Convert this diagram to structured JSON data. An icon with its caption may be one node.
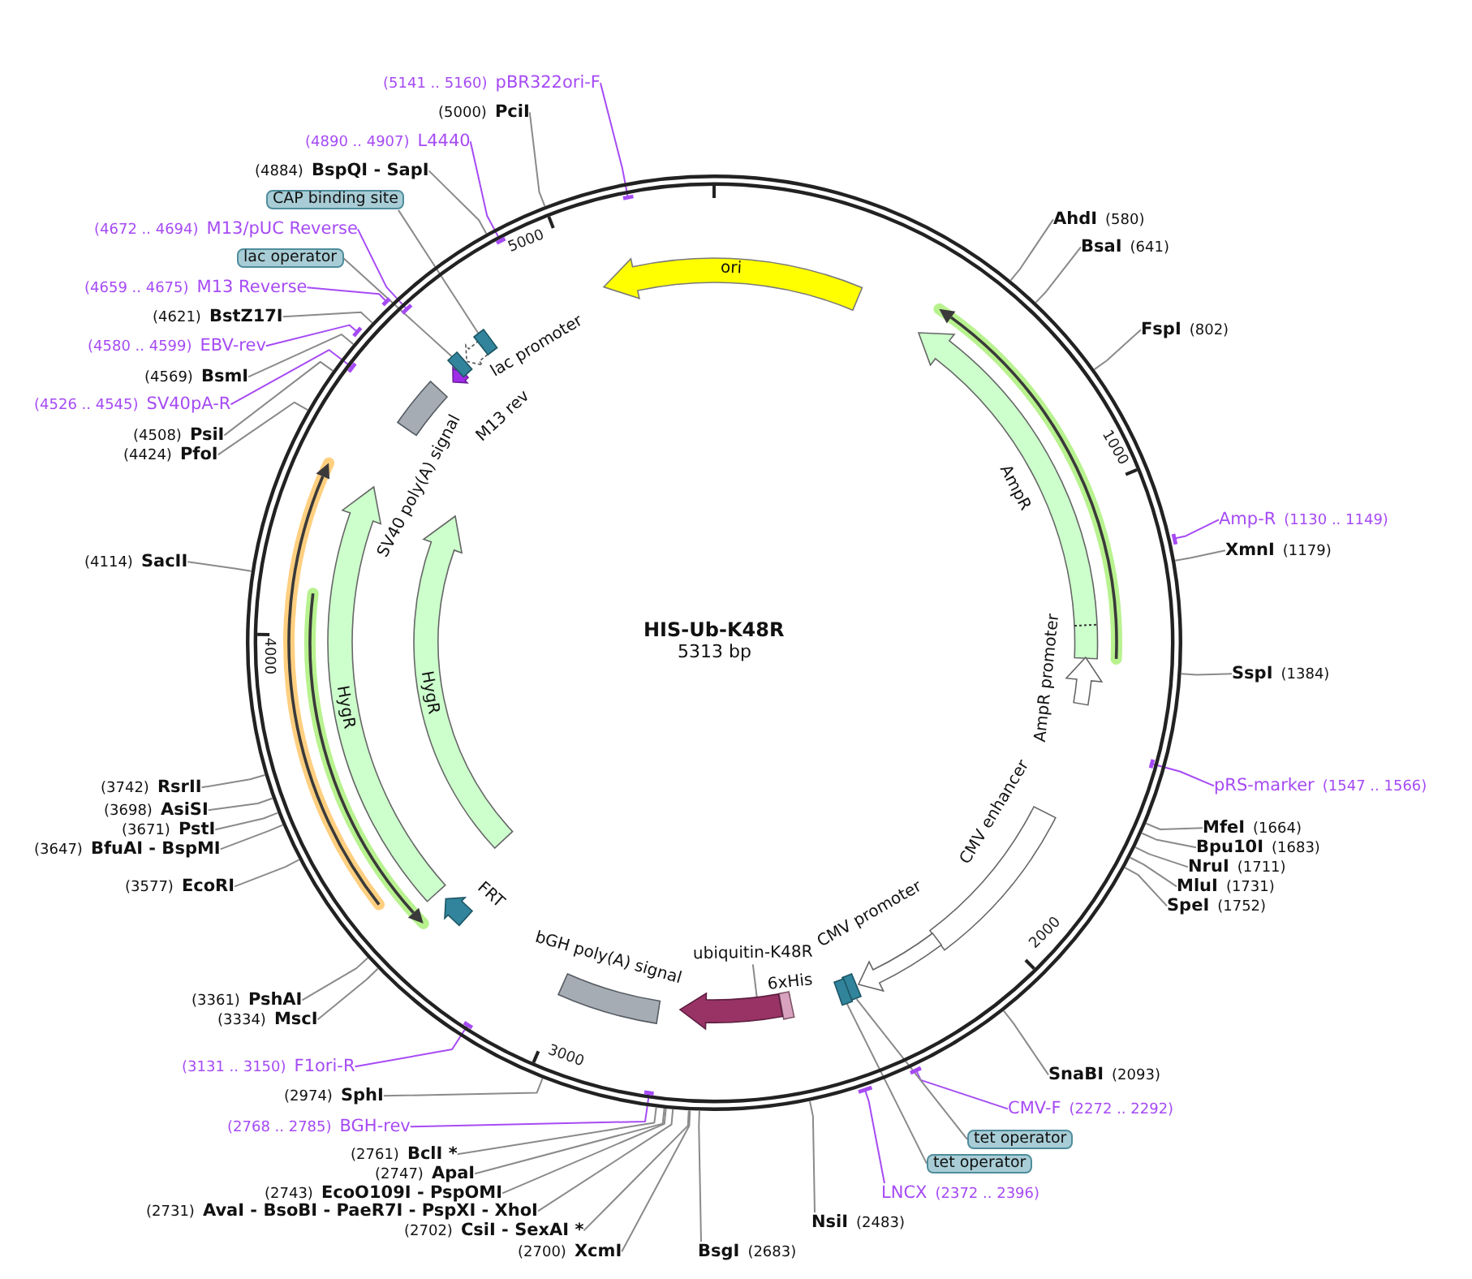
{
  "diagram": {
    "nodes": [
      {
        "text": [
          "HIS-Ub-K48R",
          "5313 bp"
        ]
      },
      {
        "text": [
          "ori"
        ],
        "in": 0
      },
      {
        "text": [
          "AmpR"
        ],
        "in": 0
      },
      {
        "text": [
          "AmpR promoter"
        ],
        "in": 0
      },
      {
        "text": [
          "CMV enhancer"
        ],
        "in": 0
      },
      {
        "text": [
          "CMV promoter"
        ],
        "in": 0
      },
      {
        "text": [],
        "shape": "box",
        "in": 0
      },
      {
        "text": [],
        "shape": "box",
        "in": 0
      },
      {
        "text": [
          "6xHis"
        ],
        "in": 0
      },
      {
        "text": [],
        "shape": "box",
        "in": 0
      },
      {
        "text": [
          "ubiquitin-K48R"
        ],
        "in": 0
      },
      {
        "text": [],
        "shape": "arrow",
        "in": 0
      },
      {
        "text": [
          "bGH poly(A) signal"
        ],
        "in": 0
      },
      {
        "text": [
          "FRT"
        ],
        "in": 0
      },
      {
        "text": [
          "HygR"
        ],
        "in": 0
      },
      {
        "text": [
          "HygR"
        ],
        "in": 0
      },
      {
        "text": [
          "SV40 poly(A) signal"
        ],
        "in": 0
      },
      {
        "text": [
          "M13 rev"
        ],
        "in": 0
      },
      {
        "text": [],
        "shape": "box",
        "in": 0
      },
      {
        "text": [
          "lac promoter"
        ],
        "in": 0
      },
      {
        "text": [],
        "shape": "box",
        "in": 0
      },
      {
        "text": [
          "AhdI",
          "(580)"
        ]
      },
      {
        "text": [
          "BsaI",
          "(641)"
        ]
      },
      {
        "text": [
          "FspI",
          "(802)"
        ]
      },
      {
        "text": [
          "Amp-R",
          "(1130 .. 1149)"
        ]
      },
      {
        "text": [
          "XmnI",
          "(1179)"
        ]
      },
      {
        "text": [
          "SspI",
          "(1384)"
        ]
      },
      {
        "text": [
          "pRS-marker",
          "(1547 .. 1566)"
        ]
      },
      {
        "text": [
          "MfeI",
          "(1664)"
        ]
      },
      {
        "text": [
          "Bpu10I",
          "(1683)"
        ]
      },
      {
        "text": [
          "NruI",
          "(1711)"
        ]
      },
      {
        "text": [
          "MluI",
          "(1731)"
        ]
      },
      {
        "text": [
          "SpeI",
          "(1752)"
        ]
      },
      {
        "text": [
          "SnaBI",
          "(2093)"
        ]
      },
      {
        "text": [
          "CMV-F",
          "(2272 .. 2292)"
        ]
      },
      {
        "text": [
          "tet operator"
        ]
      },
      {
        "text": [
          "tet operator"
        ]
      },
      {
        "text": [
          "LNCX",
          "(2372 .. 2396)"
        ]
      },
      {
        "text": [
          "NsiI",
          "(2483)"
        ]
      },
      {
        "text": [
          "BsgI",
          "(2683)"
        ]
      },
      {
        "text": [
          "(2700)",
          "XcmI"
        ]
      },
      {
        "text": [
          "(2702)",
          "CsiI - SexAI *"
        ]
      },
      {
        "text": [
          "(2731)",
          "AvaI - BsoBI - PaeR7I - PspXI - XhoI"
        ]
      },
      {
        "text": [
          "(2743)",
          "EcoO109I - PspOMI"
        ]
      },
      {
        "text": [
          "(2747)",
          "ApaI"
        ]
      },
      {
        "text": [
          "(2761)",
          "BclI *"
        ]
      },
      {
        "text": [
          "(2768 .. 2785)",
          "BGH-rev"
        ]
      },
      {
        "text": [
          "(2974)",
          "SphI"
        ]
      },
      {
        "text": [
          "(3131 .. 3150)",
          "F1ori-R"
        ]
      },
      {
        "text": [
          "(3334)",
          "MscI"
        ]
      },
      {
        "text": [
          "(3361)",
          "PshAI"
        ]
      },
      {
        "text": [
          "(3577)",
          "EcoRI"
        ]
      },
      {
        "text": [
          "(3647)",
          "BfuAI - BspMI"
        ]
      },
      {
        "text": [
          "(3671)",
          "PstI"
        ]
      },
      {
        "text": [
          "(3698)",
          "AsiSI"
        ]
      },
      {
        "text": [
          "(3742)",
          "RsrII"
        ]
      },
      {
        "text": [
          "(4114)",
          "SacII"
        ]
      },
      {
        "text": [
          "(4424)",
          "PfoI"
        ]
      },
      {
        "text": [
          "(4508)",
          "PsiI"
        ]
      },
      {
        "text": [
          "(4526 .. 4545)",
          "SV40pA-R"
        ]
      },
      {
        "text": [
          "(4569)",
          "BsmI"
        ]
      },
      {
        "text": [
          "(4580 .. 4599)",
          "EBV-rev"
        ]
      },
      {
        "text": [
          "(4621)",
          "BstZ17I"
        ]
      },
      {
        "text": [
          "(4659 .. 4675)",
          "M13 Reverse"
        ]
      },
      {
        "text": [
          "lac operator"
        ]
      },
      {
        "text": [
          "(4672 .. 4694)",
          "M13/pUC Reverse"
        ]
      },
      {
        "text": [
          "CAP binding site"
        ]
      },
      {
        "text": [
          "(4884)",
          "BspQI - SapI"
        ]
      },
      {
        "text": [
          "(4890 .. 4907)",
          "L4440"
        ]
      },
      {
        "text": [
          "(5000)",
          "PciI"
        ]
      },
      {
        "text": [
          "(5141 .. 5160)",
          "pBR322ori-F"
        ]
      },
      {
        "text": [],
        "shape": "bar"
      },
      {
        "text": [],
        "shape": "bar",
        "in": 0
      },
      {
        "text": [],
        "shape": "bar"
      },
      {
        "text": [],
        "shape": "bar"
      },
      {
        "text": [],
        "shape": "bar",
        "in": 0
      },
      {
        "text": [],
        "shape": "bar",
        "in": 0
      },
      {
        "text": [],
        "shape": "bar",
        "in": 0
      },
      {
        "text": [],
        "shape": "bar"
      },
      {
        "text": [],
        "shape": "bar"
      },
      {
        "text": [],
        "shape": "bar",
        "in": 0
      },
      {
        "text": [],
        "shape": "bar",
        "in": 0
      },
      {
        "text": [],
        "shape": "bar",
        "in": 0
      }
    ],
    "edges": [
      {
        "from": 8,
        "to": 9,
        "arrow": "none"
      },
      {
        "from": 10,
        "to": 11,
        "arrow": "none"
      },
      {
        "from": 21,
        "to": 0,
        "arrow": "none"
      },
      {
        "from": 22,
        "to": 0,
        "arrow": "none"
      },
      {
        "from": 23,
        "to": 0,
        "arrow": "none"
      },
      {
        "from": 24,
        "to": 71,
        "arrow": "none",
        "color": "#a64bf4"
      },
      {
        "from": 25,
        "to": 0,
        "arrow": "none"
      },
      {
        "from": 26,
        "to": 0,
        "arrow": "none"
      },
      {
        "from": 27,
        "to": 72,
        "arrow": "none",
        "color": "#a64bf4"
      },
      {
        "from": 28,
        "to": 0,
        "arrow": "none"
      },
      {
        "from": 29,
        "to": 0,
        "arrow": "none"
      },
      {
        "from": 30,
        "to": 0,
        "arrow": "none"
      },
      {
        "from": 31,
        "to": 0,
        "arrow": "none"
      },
      {
        "from": 32,
        "to": 0,
        "arrow": "none"
      },
      {
        "from": 33,
        "to": 0,
        "arrow": "none"
      },
      {
        "from": 34,
        "to": 73,
        "arrow": "none",
        "color": "#a64bf4"
      },
      {
        "from": 35,
        "to": 6,
        "arrow": "none"
      },
      {
        "from": 36,
        "to": 7,
        "arrow": "none"
      },
      {
        "from": 37,
        "to": 74,
        "arrow": "none",
        "color": "#a64bf4"
      },
      {
        "from": 38,
        "to": 0,
        "arrow": "none"
      },
      {
        "from": 39,
        "to": 0,
        "arrow": "none"
      },
      {
        "from": 40,
        "to": 0,
        "arrow": "none"
      },
      {
        "from": 41,
        "to": 0,
        "arrow": "none"
      },
      {
        "from": 42,
        "to": 0,
        "arrow": "none"
      },
      {
        "from": 43,
        "to": 0,
        "arrow": "none"
      },
      {
        "from": 44,
        "to": 0,
        "arrow": "none"
      },
      {
        "from": 45,
        "to": 0,
        "arrow": "none"
      },
      {
        "from": 46,
        "to": 75,
        "arrow": "none",
        "color": "#a64bf4"
      },
      {
        "from": 47,
        "to": 0,
        "arrow": "none"
      },
      {
        "from": 48,
        "to": 76,
        "arrow": "none",
        "color": "#a64bf4"
      },
      {
        "from": 49,
        "to": 0,
        "arrow": "none"
      },
      {
        "from": 50,
        "to": 0,
        "arrow": "none"
      },
      {
        "from": 51,
        "to": 0,
        "arrow": "none"
      },
      {
        "from": 52,
        "to": 0,
        "arrow": "none"
      },
      {
        "from": 53,
        "to": 0,
        "arrow": "none"
      },
      {
        "from": 54,
        "to": 0,
        "arrow": "none"
      },
      {
        "from": 55,
        "to": 0,
        "arrow": "none"
      },
      {
        "from": 56,
        "to": 0,
        "arrow": "none"
      },
      {
        "from": 57,
        "to": 0,
        "arrow": "none"
      },
      {
        "from": 58,
        "to": 0,
        "arrow": "none"
      },
      {
        "from": 59,
        "to": 77,
        "arrow": "none",
        "color": "#a64bf4"
      },
      {
        "from": 60,
        "to": 0,
        "arrow": "none"
      },
      {
        "from": 61,
        "to": 78,
        "arrow": "none",
        "color": "#a64bf4"
      },
      {
        "from": 62,
        "to": 0,
        "arrow": "none"
      },
      {
        "from": 63,
        "to": 79,
        "arrow": "none",
        "color": "#a64bf4"
      },
      {
        "from": 64,
        "to": 18,
        "arrow": "none"
      },
      {
        "from": 65,
        "to": 80,
        "arrow": "none",
        "color": "#a64bf4"
      },
      {
        "from": 66,
        "to": 20,
        "arrow": "none"
      },
      {
        "from": 67,
        "to": 0,
        "arrow": "none"
      },
      {
        "from": 68,
        "to": 81,
        "arrow": "none",
        "color": "#a64bf4"
      },
      {
        "from": 69,
        "to": 0,
        "arrow": "none"
      },
      {
        "from": 70,
        "to": 82,
        "arrow": "none",
        "color": "#a64bf4"
      }
    ],
    "labels": [
      "1000",
      "2000",
      "3000",
      "4000",
      "5000"
    ]
  }
}
